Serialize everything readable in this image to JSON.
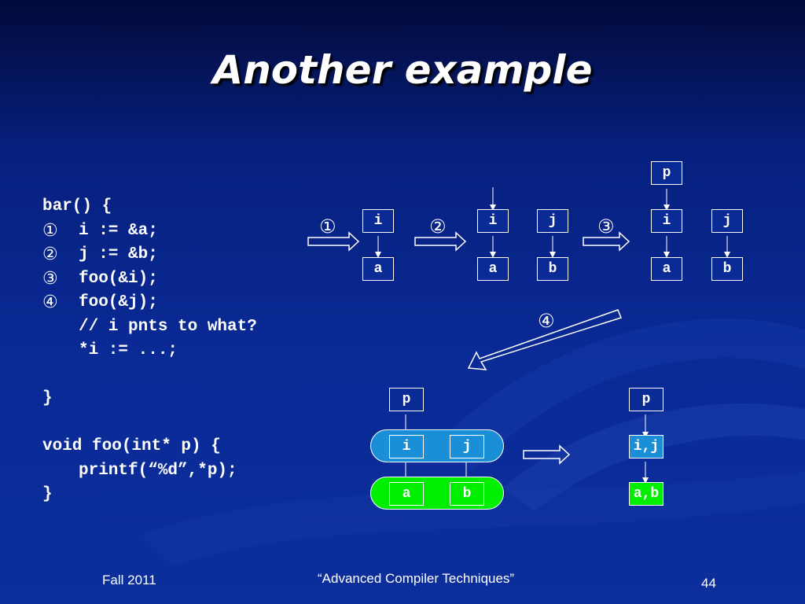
{
  "slide": {
    "title": "Another example",
    "footer_left": "Fall 2011",
    "footer_center": "“Advanced Compiler Techniques”",
    "page_number": "44"
  },
  "code": {
    "lines": [
      {
        "marker": "",
        "text": "bar() {"
      },
      {
        "marker": "①",
        "text": "i := &a;"
      },
      {
        "marker": "②",
        "text": "j := &b;"
      },
      {
        "marker": "③",
        "text": "foo(&i);"
      },
      {
        "marker": "④",
        "text": "foo(&j);"
      },
      {
        "marker": "",
        "text": "// i pnts to what?"
      },
      {
        "marker": "",
        "text": "*i := ...;"
      },
      {
        "marker": "",
        "text": ""
      },
      {
        "marker": "",
        "text": "}"
      },
      {
        "marker": "",
        "text": ""
      },
      {
        "marker": "",
        "text": "void foo(int* p) {"
      },
      {
        "marker": "",
        "text": "printf(“%d”,*p);"
      },
      {
        "marker": "",
        "text": "}"
      }
    ]
  },
  "diagram": {
    "step_labels": [
      "①",
      "②",
      "③",
      "④"
    ],
    "state1": {
      "i": "i",
      "a": "a"
    },
    "state2": {
      "i": "i",
      "a": "a",
      "j": "j",
      "b": "b"
    },
    "state3": {
      "p": "p",
      "i": "i",
      "a": "a",
      "j": "j",
      "b": "b"
    },
    "merged_before": {
      "p": "p",
      "i": "i",
      "j": "j",
      "a": "a",
      "b": "b"
    },
    "merged_after": {
      "p": "p",
      "ij": "i,j",
      "ab": "a,b"
    },
    "colors": {
      "cyan": "#1a8fd8",
      "green": "#00ee00",
      "background": "#0a2a96"
    }
  }
}
